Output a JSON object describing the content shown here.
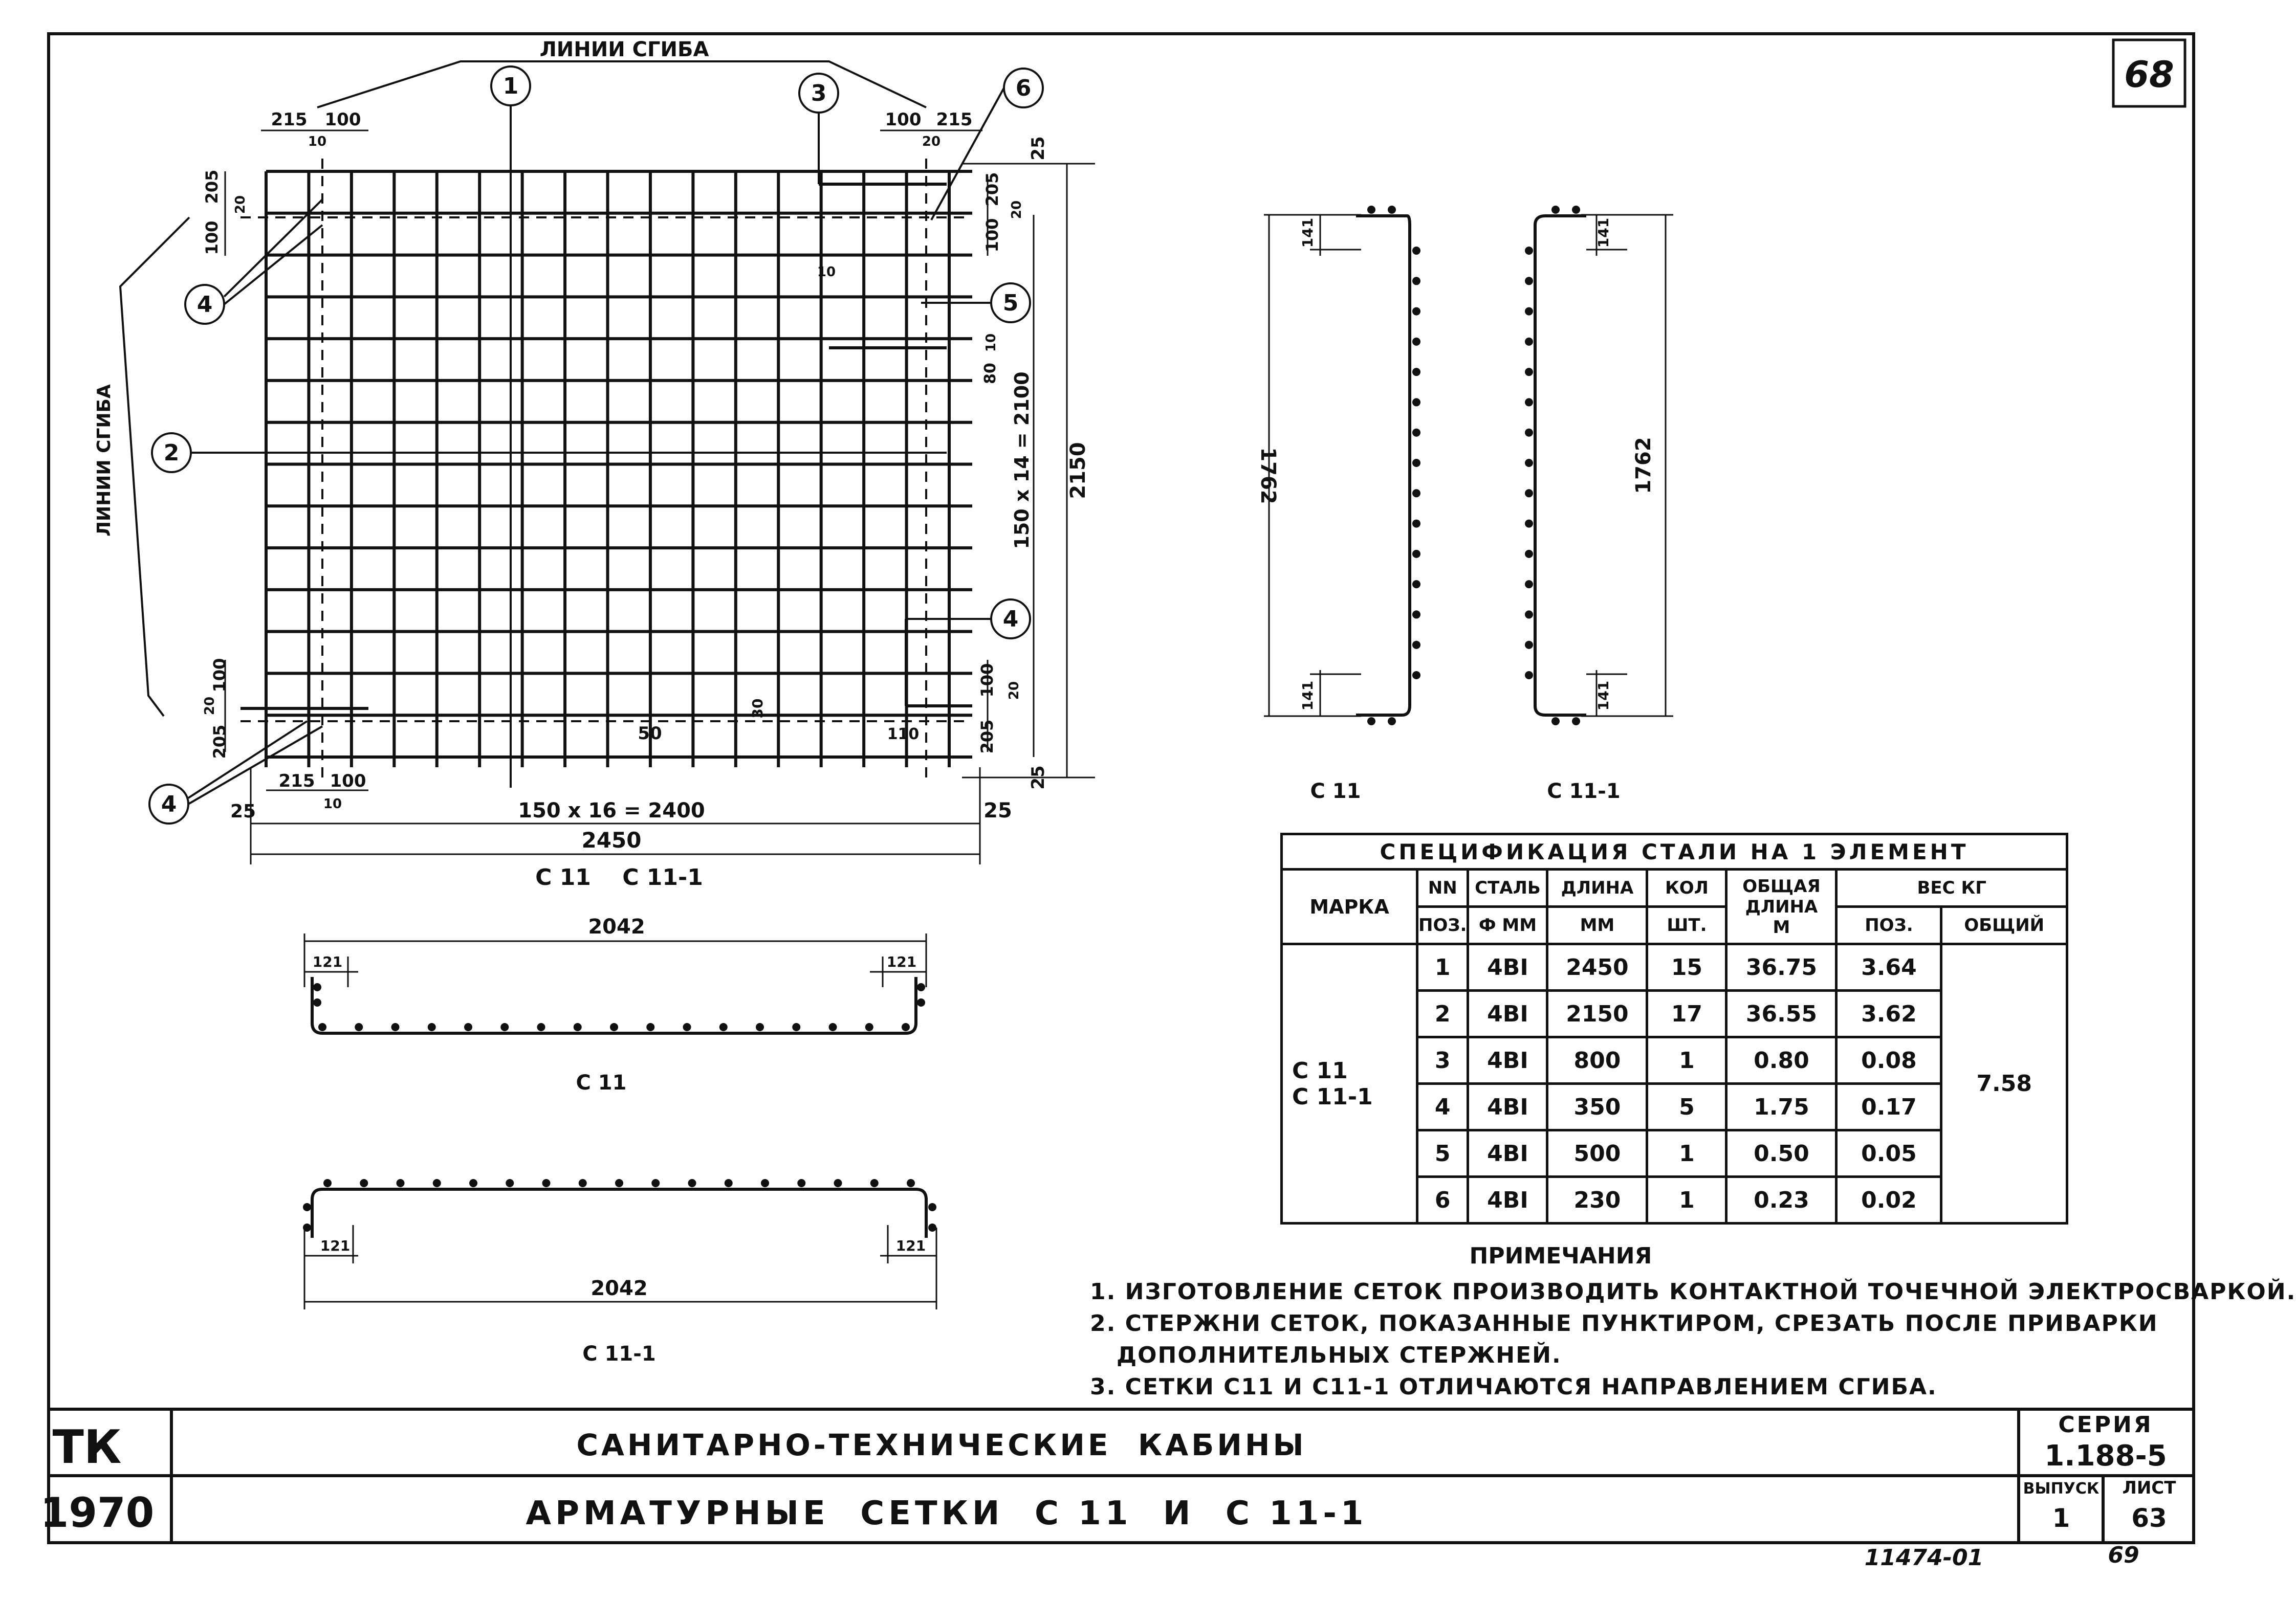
{
  "sheet": {
    "corner_number": "68",
    "stamp_left": "11474-01",
    "stamp_right": "69"
  },
  "plan": {
    "title": "С 11    С 11-1",
    "bend_line_top": "ЛИНИИ СГИБА",
    "bend_line_left": "ЛИНИИ СГИБА",
    "callouts": [
      "1",
      "2",
      "3",
      "4",
      "4",
      "4",
      "5",
      "6"
    ],
    "dims": {
      "total_width": "2450",
      "grid_width": "150 x 16 = 2400",
      "total_height": "2150",
      "grid_height": "150 x 14 = 2100",
      "edge_25": "25",
      "d215": "215",
      "d100": "100",
      "d10": "10",
      "d20": "20",
      "d205": "205",
      "d50": "50",
      "d30": "30",
      "d80": "80",
      "d110": "110"
    }
  },
  "sections": {
    "s1": {
      "label": "С 11",
      "dim": "1762",
      "end": "141"
    },
    "s2": {
      "label": "С 11-1",
      "dim": "1762",
      "end": "141"
    },
    "s3": {
      "label": "С 11",
      "dim": "2042",
      "end": "121"
    },
    "s4": {
      "label": "С 11-1",
      "dim": "2042",
      "end": "121"
    }
  },
  "spec": {
    "title": "СПЕЦИФИКАЦИЯ   СТАЛИ   НА  1  ЭЛЕМЕНТ",
    "headers": {
      "mark": "МАРКА",
      "nn": "NN",
      "pos": "ПОЗ.",
      "steel": "СТАЛЬ",
      "phi": "Ф ММ",
      "length": "ДЛИНА",
      "mm": "ММ",
      "qty": "КОЛ",
      "pcs": "ШТ.",
      "total_length": "ОБЩАЯ ДЛИНА",
      "m": "М",
      "weight": "ВЕС  КГ",
      "w_pos": "ПОЗ.",
      "w_total": "ОБЩИЙ"
    },
    "mark_lines": [
      "С 11",
      "С 11-1"
    ],
    "total_weight": "7.58",
    "rows": [
      {
        "pos": "1",
        "steel": "4BI",
        "len": "2450",
        "qty": "15",
        "total": "36.75",
        "w": "3.64"
      },
      {
        "pos": "2",
        "steel": "4BI",
        "len": "2150",
        "qty": "17",
        "total": "36.55",
        "w": "3.62"
      },
      {
        "pos": "3",
        "steel": "4BI",
        "len": "800",
        "qty": "1",
        "total": "0.80",
        "w": "0.08"
      },
      {
        "pos": "4",
        "steel": "4BI",
        "len": "350",
        "qty": "5",
        "total": "1.75",
        "w": "0.17"
      },
      {
        "pos": "5",
        "steel": "4BI",
        "len": "500",
        "qty": "1",
        "total": "0.50",
        "w": "0.05"
      },
      {
        "pos": "6",
        "steel": "4BI",
        "len": "230",
        "qty": "1",
        "total": "0.23",
        "w": "0.02"
      }
    ]
  },
  "notes": {
    "title": "ПРИМЕЧАНИЯ",
    "lines": [
      "1. ИЗГОТОВЛЕНИЕ СЕТОК ПРОИЗВОДИТЬ КОНТАКТНОЙ ТОЧЕЧНОЙ ЭЛЕКТРОСВАРКОЙ.",
      "2. СТЕРЖНИ СЕТОК, ПОКАЗАННЫЕ ПУНКТИРОМ, СРЕЗАТЬ ПОСЛЕ ПРИВАРКИ",
      "   ДОПОЛНИТЕЛЬНЫХ СТЕРЖНЕЙ.",
      "3. СЕТКИ С11 И С11-1 ОТЛИЧАЮТСЯ НАПРАВЛЕНИЕМ СГИБА."
    ]
  },
  "title_block": {
    "org": "ТК",
    "year": "1970",
    "project": "САНИТАРНО-ТЕХНИЧЕСКИЕ  КАБИНЫ",
    "drawing": "АРМАТУРНЫЕ  СЕТКИ  С 11  И  С 11-1",
    "series_label": "СЕРИЯ",
    "series": "1.188-5",
    "issue_label": "ВЫПУСК",
    "issue": "1",
    "sheet_label": "ЛИСТ",
    "sheet": "63"
  }
}
